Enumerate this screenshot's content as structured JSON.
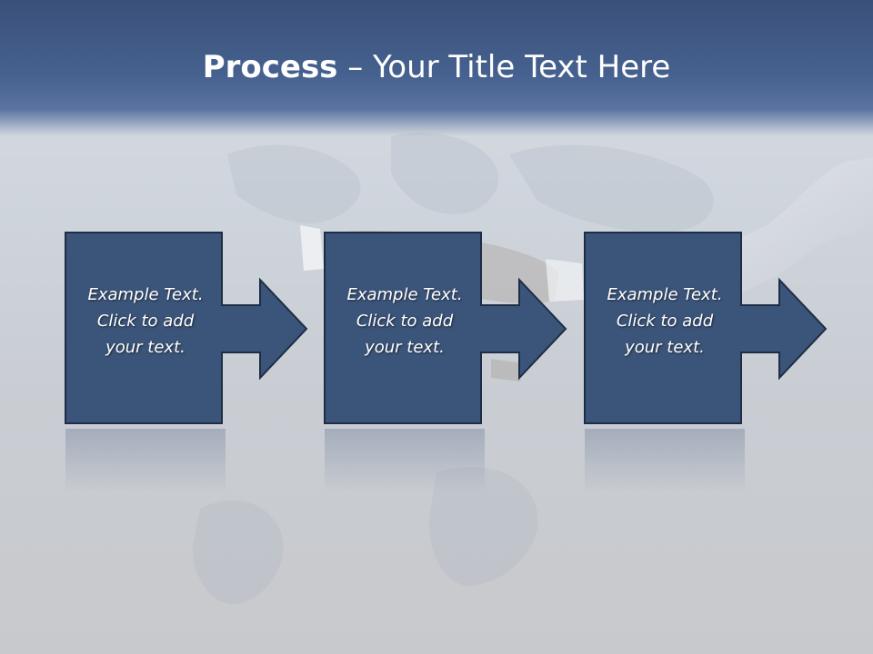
{
  "slide": {
    "title_strong": "Process",
    "title_rest": " – Your Title Text Here"
  },
  "steps": [
    {
      "line1": "Example Text.",
      "line2": "Click  to add",
      "line3": "your text."
    },
    {
      "line1": "Example Text.",
      "line2": "Click  to add",
      "line3": "your text."
    },
    {
      "line1": "Example Text.",
      "line2": "Click  to add",
      "line3": "your text."
    }
  ],
  "colors": {
    "header": "#3a5079",
    "box_fill": "#3b5479",
    "box_stroke": "#1e2d45",
    "text": "#ffffff"
  }
}
